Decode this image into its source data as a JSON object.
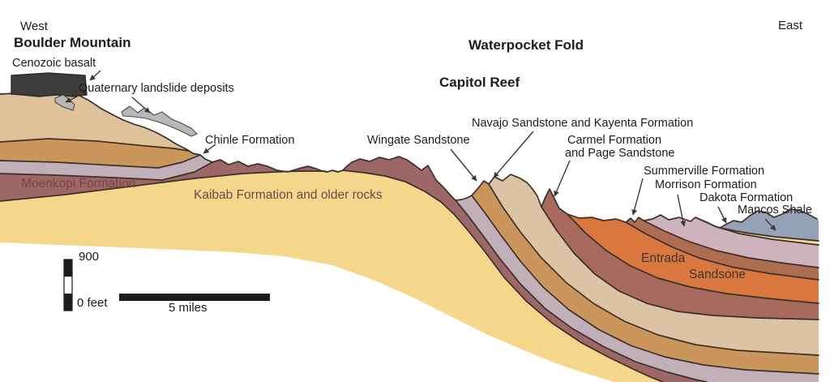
{
  "header": {
    "west": "West",
    "east": "East",
    "boulder_mountain": "Boulder Mountain",
    "waterpocket_fold": "Waterpocket Fold",
    "capitol_reef": "Capitol Reef"
  },
  "labels": {
    "cenozoic_basalt": "Cenozoic basalt",
    "quaternary": "Quaternary landslide deposits",
    "chinle": "Chinle Formation",
    "wingate": "Wingate Sandstone",
    "navajo": "Navajo Sandstone and Kayenta Formation",
    "carmel_line1": "Carmel Formation",
    "carmel_line2": "and Page Sandstone",
    "summerville": "Summerville Formation",
    "morrison": "Morrison Formation",
    "dakota": "Dakota Formation",
    "mancos": "Mancos Shale",
    "moenkopi": "Moenkopi Formation",
    "kaibab": "Kaibab Formation and older rocks",
    "entrada_line1": "Entrada",
    "entrada_line2": "Sandsone"
  },
  "scale": {
    "elev_top": "900",
    "elev_bottom": "0 feet",
    "distance": "5 miles"
  },
  "colors": {
    "outline": "#3b312a",
    "leader": "#3a3a3a",
    "basalt": "#3d3c3a",
    "landslide": "#b9b8b6",
    "tan_west": "#e0c29a",
    "orange_band": "#cb965c",
    "chinle": "#c2b0b9",
    "moenkopi": "#9c6766",
    "kaibab": "#f5d78c",
    "navajo": "#dcc3a3",
    "wingate": "#cb965c",
    "carmel": "#a96a5e",
    "entrada": "#d9773f",
    "summerville": "#ae6c50",
    "morrison": "#cfb3bc",
    "dakota": "#f3dc92",
    "mancos": "#96a1b5",
    "scale_bar_fill": "#1c1c1c",
    "scale_bar_empty": "#ffffff"
  }
}
